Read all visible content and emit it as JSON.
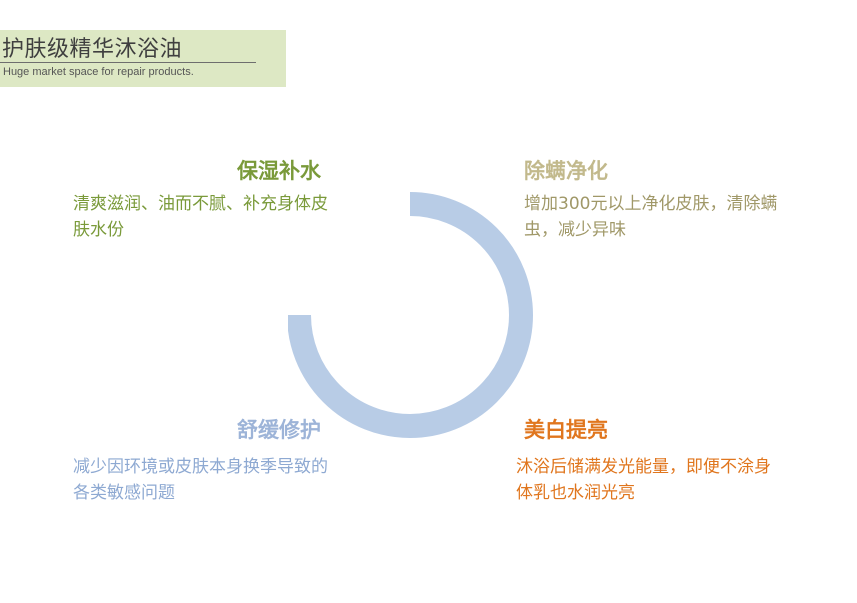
{
  "header": {
    "title": "护肤级精华沐浴油",
    "subtitle": "Huge market space for repair products."
  },
  "features": [
    {
      "title": "保湿补水",
      "description": "清爽滋润、油而不腻、补充身体皮肤水份",
      "color": "#7a9a3a"
    },
    {
      "title": "除螨净化",
      "description": "增加300元以上净化皮肤，清除螨虫，减少异味",
      "color": "#c2b98c"
    },
    {
      "title": "舒缓修护",
      "description": "减少因环境或皮肤本身换季导致的各类敏感问题",
      "color": "#9db4d8"
    },
    {
      "title": "美白提亮",
      "description": "沐浴后储满发光能量，即便不涂身体乳也水润光亮",
      "color": "#e0761e"
    }
  ],
  "colors": {
    "header_band": "#dde8c4",
    "ring": "#b8cce6"
  }
}
